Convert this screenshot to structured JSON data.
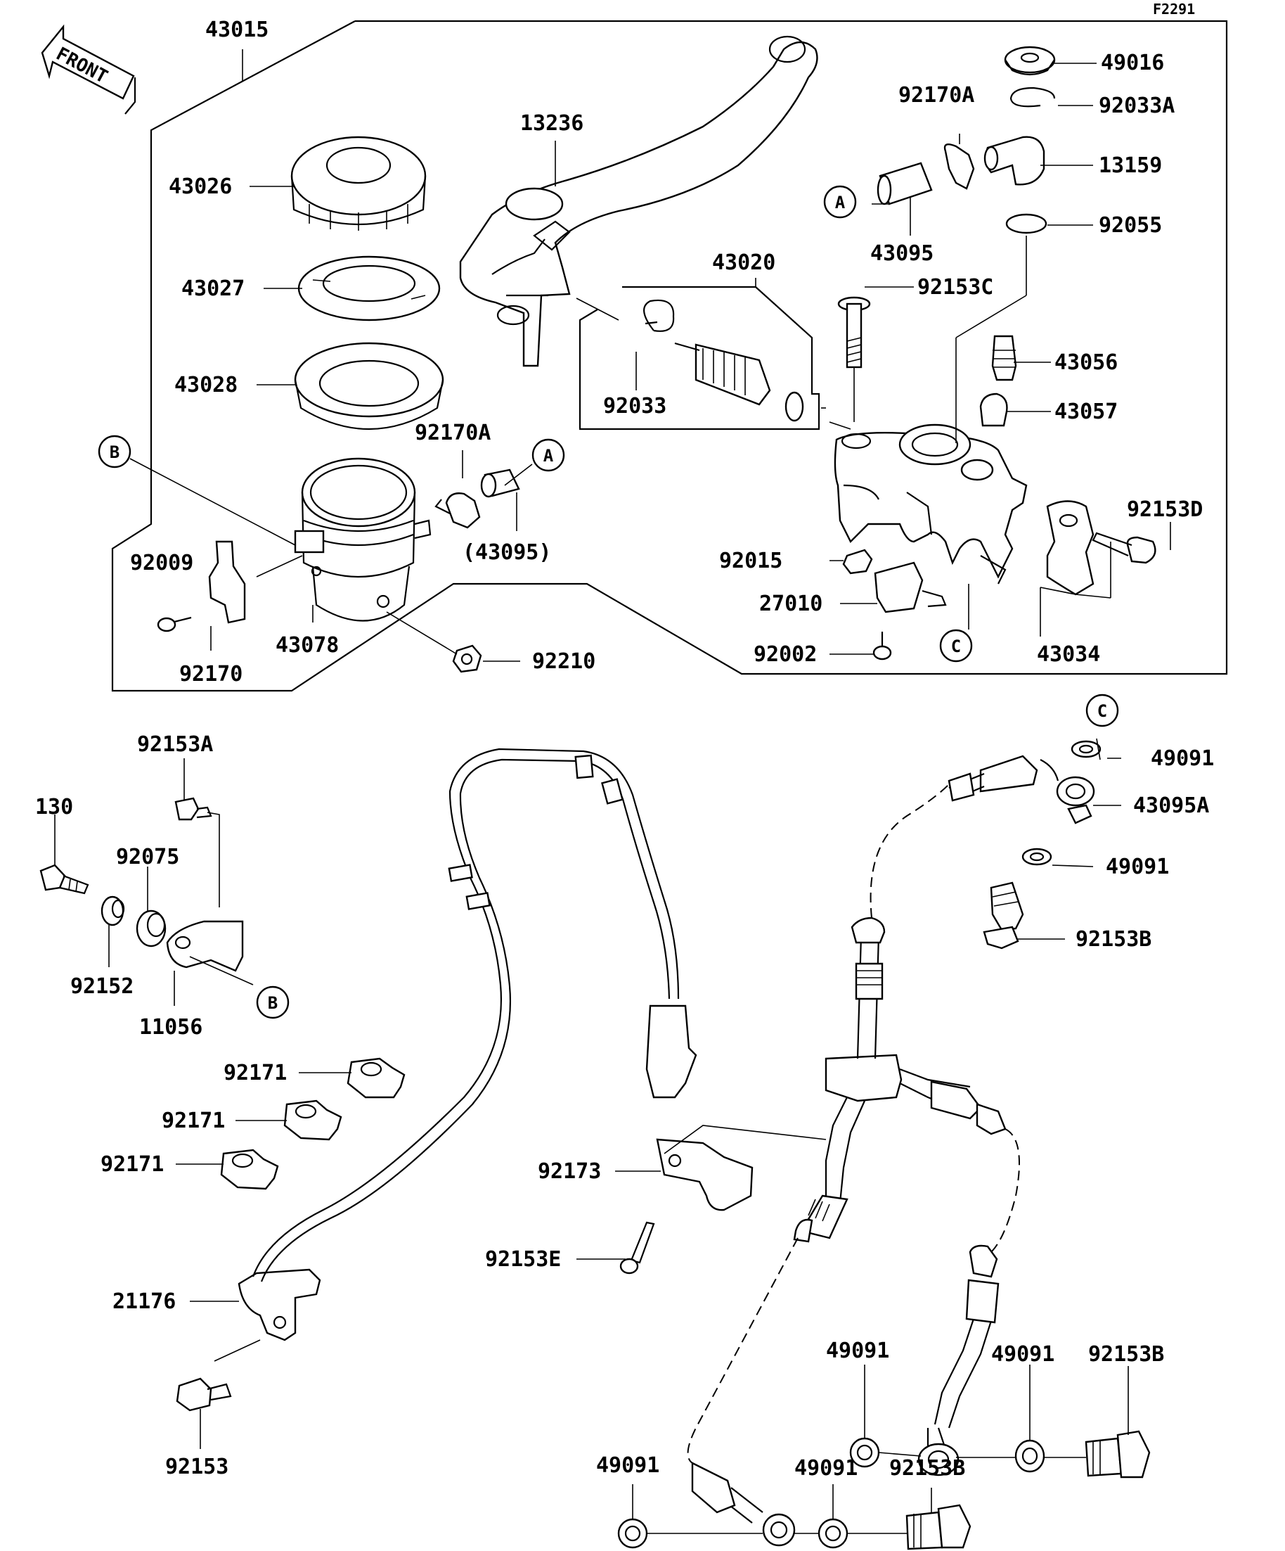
{
  "figure_code": "F2291",
  "front_label": "FRONT",
  "callouts": [
    "A",
    "B",
    "C"
  ],
  "parts": {
    "p43015": "43015",
    "p13236": "13236",
    "p43026": "43026",
    "p43027": "43027",
    "p43028": "43028",
    "p43020": "43020",
    "p92033": "92033",
    "p92170A_top": "92170A",
    "p92170A_mid": "92170A",
    "p43095": "43095",
    "p43095_paren": "(43095)",
    "p49016": "49016",
    "p92033A": "92033A",
    "p13159": "13159",
    "p92055": "92055",
    "p92153C": "92153C",
    "p43056": "43056",
    "p43057": "43057",
    "p92153D": "92153D",
    "p92015": "92015",
    "p27010": "27010",
    "p92002": "92002",
    "p43034": "43034",
    "p92009": "92009",
    "p92170": "92170",
    "p43078": "43078",
    "p92210": "92210",
    "p92153A": "92153A",
    "p130": "130",
    "p92075": "92075",
    "p92152": "92152",
    "p11056": "11056",
    "p92171_a": "92171",
    "p92171_b": "92171",
    "p92171_c": "92171",
    "p21176": "21176",
    "p92153": "92153",
    "p92173": "92173",
    "p92153E": "92153E",
    "p49091_a": "49091",
    "p43095A": "43095A",
    "p49091_b": "49091",
    "p92153B_a": "92153B",
    "p49091_c": "49091",
    "p49091_d": "49091",
    "p92153B_b": "92153B",
    "p49091_e": "49091",
    "p49091_f": "49091",
    "p92153B_c": "92153B"
  }
}
